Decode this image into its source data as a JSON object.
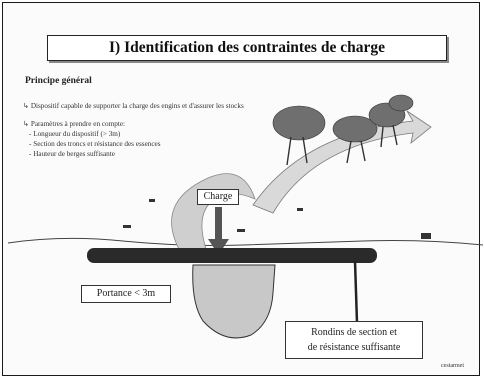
{
  "slide": {
    "title": "I) Identification des contraintes de charge",
    "heading": "Principe général",
    "bullets": [
      "↳ Dispositif capable de supporter la charge des engins et d'assurer les stocks",
      "↳ Paramètres à prendre en compte:",
      "- Longueur du dispositif (> 3m)",
      "- Section des troncs et résistance des essences",
      "- Hauteur de berges suffisante"
    ],
    "labels": {
      "charge": "Charge",
      "portance": "Portance < 3m",
      "rondins": [
        "Rondins de section et",
        "de résistance suffisante"
      ],
      "corner": "cestarmet"
    }
  },
  "colors": {
    "log": "#2a2a2a",
    "arrow_fill": "#bdbdbd",
    "water": "#cfcfcf"
  }
}
